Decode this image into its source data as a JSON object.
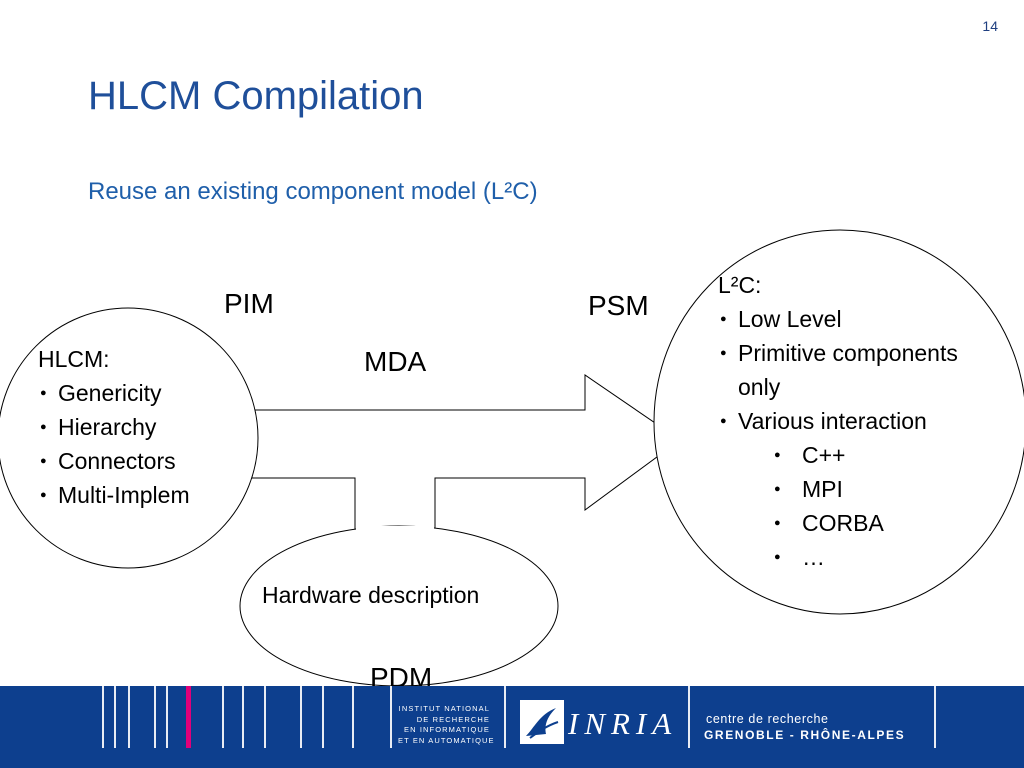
{
  "slide": {
    "page_number": "14",
    "title": "HLCM Compilation",
    "subtitle": "Reuse an existing component model (L²C)"
  },
  "diagram": {
    "labels": {
      "pim": "PIM",
      "psm": "PSM",
      "mda": "MDA",
      "pdm": "PDM"
    },
    "hlcm_box": {
      "heading": "HLCM:",
      "items": [
        "Genericity",
        "Hierarchy",
        "Connectors",
        "Multi-Implem"
      ]
    },
    "l2c_box": {
      "heading": "L²C:",
      "items": [
        "Low Level",
        "Primitive components",
        "only",
        "Various interaction"
      ],
      "sub_items": [
        "C++",
        "MPI",
        "CORBA",
        "…"
      ]
    },
    "hardware_box": {
      "label": "Hardware description"
    }
  },
  "footer": {
    "institute_lines": [
      "INSTITUT NATIONAL",
      "DE RECHERCHE",
      "EN INFORMATIQUE",
      "ET EN AUTOMATIQUE"
    ],
    "logo_text": "INRIA",
    "centre_line1": "centre de recherche",
    "centre_line2": "GRENOBLE - RHÔNE-ALPES"
  },
  "colors": {
    "title": "#1f4f9a",
    "subtitle": "#1f5faa",
    "footer_bg": "#0d3f8e",
    "footer_accent": "#e0007a"
  }
}
